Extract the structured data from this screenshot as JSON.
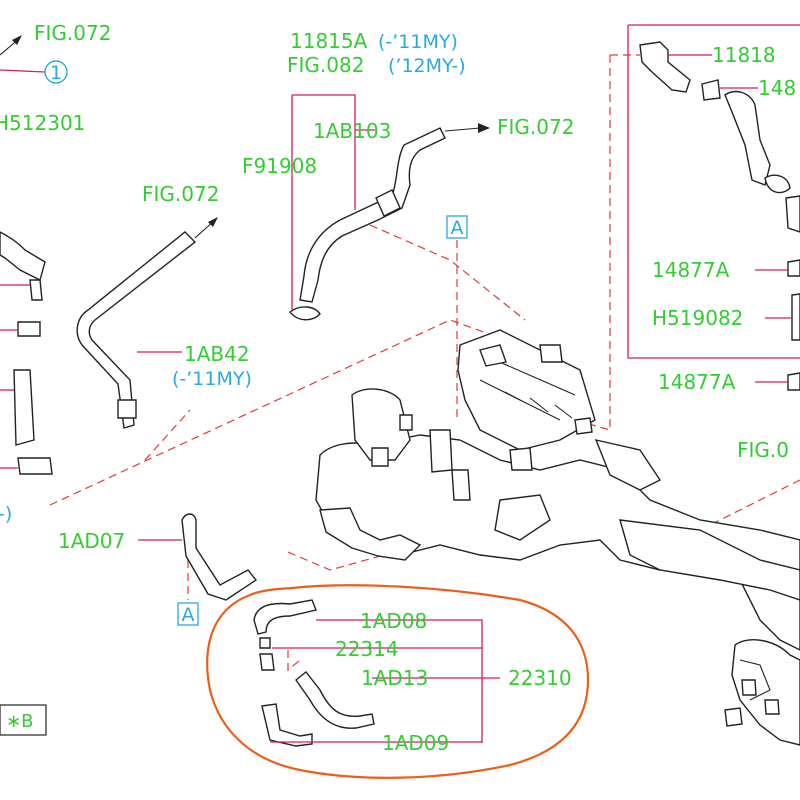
{
  "callouts": {
    "fig072_top_left": "FIG.072",
    "circle_1": "1",
    "h512301": "H512301",
    "p11815a": "11815A",
    "p11815a_note": "(-’11MY)",
    "fig082": "FIG.082",
    "fig082_note": "(’12MY-)",
    "p1ab103": "1AB103",
    "fig072_mid": "FIG.072",
    "f91908": "F91908",
    "fig072_left": "FIG.072",
    "p1ab42": "1AB42",
    "p1ab42_note": "(-’11MY)",
    "left_note": "-)",
    "ref_a_top": "A",
    "ref_a_bottom": "A",
    "p1ad07": "1AD07",
    "p1ad08": "1AD08",
    "p22314": "22314",
    "p1ad13": "1AD13",
    "p22310": "22310",
    "p1ad09": "1AD09",
    "p11818": "11818",
    "p148_partial": "148",
    "p14877a_upper": "14877A",
    "h519082": "H519082",
    "p14877a_lower": "14877A",
    "fig0_partial": "FIG.0",
    "box_b": "∗B"
  },
  "colors": {
    "label_green": "#33cc33",
    "label_cyan": "#29a9e0",
    "leader_magenta": "#cc1f6a",
    "dashed_red": "#e03a3a",
    "highlight_orange": "#e8601c"
  }
}
